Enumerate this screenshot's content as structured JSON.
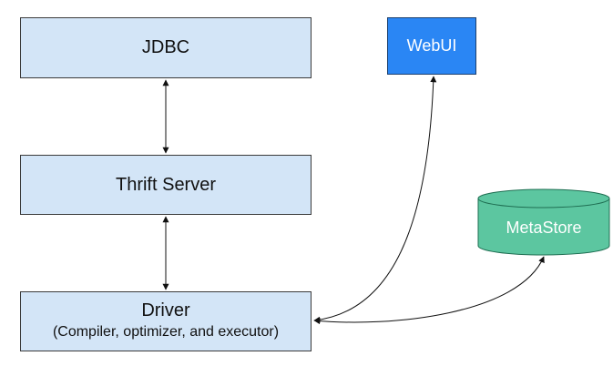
{
  "nodes": {
    "jdbc": {
      "label": "JDBC"
    },
    "thrift_server": {
      "label": "Thrift Server"
    },
    "driver": {
      "label": "Driver",
      "sublabel": "(Compiler, optimizer, and executor)"
    },
    "webui": {
      "label": "WebUI"
    },
    "metastore": {
      "label": "MetaStore"
    }
  },
  "edges": [
    {
      "from": "jdbc",
      "to": "thrift_server",
      "arrows": "both"
    },
    {
      "from": "thrift_server",
      "to": "driver",
      "arrows": "both"
    },
    {
      "from": "driver",
      "to": "webui",
      "arrows": "both"
    },
    {
      "from": "driver",
      "to": "metastore",
      "arrows": "both"
    }
  ],
  "colors": {
    "box_fill": "#d3e5f7",
    "box_border": "#3b3b3b",
    "webui_fill": "#2a86f4",
    "metastore_fill": "#5cc6a0",
    "metastore_border": "#1f6e52",
    "edge": "#111111"
  }
}
